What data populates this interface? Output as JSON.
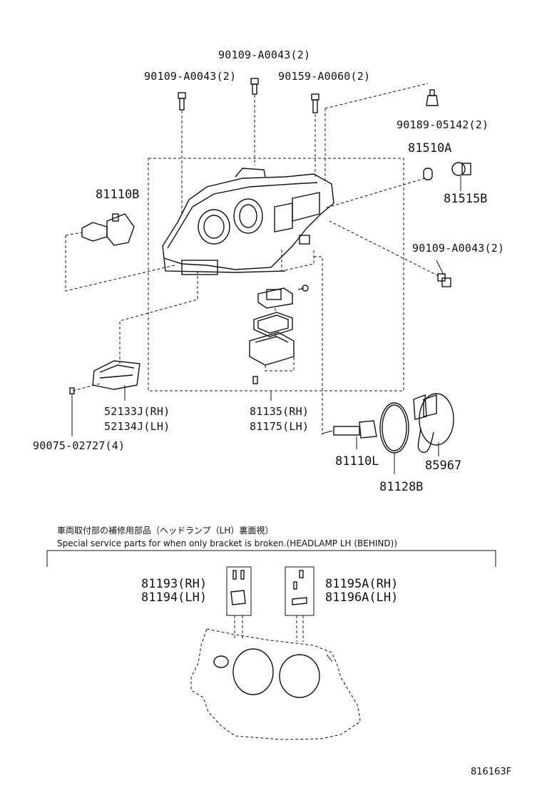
{
  "callouts": {
    "bolt_center": "90109-A0043(2)",
    "bolt_left": "90109-A0043(2)",
    "screw_right": "90159-A0060(2)",
    "clip_topright": "90189-05142(2)",
    "bulb_small": "81510A",
    "socket_small": "81515B",
    "bulb_left": "81110B",
    "bolt_right": "90109-A0043(2)",
    "cover_rh": "52133J(RH)",
    "cover_lh": "52134J(LH)",
    "screw_bottom": "90075-02727(4)",
    "headlamp_rh": "81135(RH)",
    "headlamp_lh": "81175(LH)",
    "bulb_hid": "81110L",
    "oring": "81128B",
    "cap": "85967"
  },
  "service": {
    "note_jp": "車両取付部の補修用部品（ヘッドランプ（LH）裏面視）",
    "note_en": "Special service parts for when only bracket is broken.(HEADLAMP LH (BEHIND))",
    "bracket1_rh": "81193(RH)",
    "bracket1_lh": "81194(LH)",
    "bracket2_rh": "81195A(RH)",
    "bracket2_lh": "81196A(LH)"
  },
  "diagram_code": "816163F"
}
